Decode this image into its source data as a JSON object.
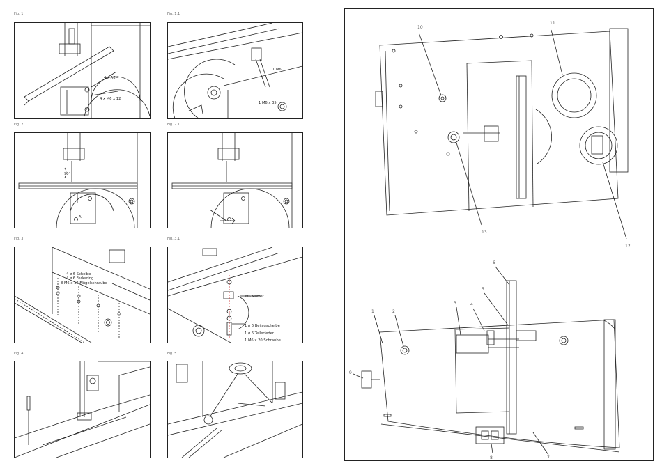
{
  "figures": {
    "f1": {
      "label": "Fig. 1",
      "callouts": [
        "4 x A6,4",
        "4 x M6 x 12"
      ]
    },
    "f11": {
      "label": "Fig. 1.1",
      "callouts": [
        "1 M6",
        "1 M6 x 35"
      ]
    },
    "f2": {
      "label": "Fig. 2",
      "callouts": [
        "90°",
        "A"
      ]
    },
    "f21": {
      "label": "Fig. 2.1",
      "callouts": []
    },
    "f3": {
      "label": "Fig. 3",
      "callouts": [
        "4 ø 6 Scheibe",
        "4 ø 6 Federring",
        "8 M6 x 12 Flügelschraube"
      ]
    },
    "f31": {
      "label": "Fig. 3.1",
      "callouts": [
        "1 M6 Mutter",
        "1 ø 6 Beilagscheibe",
        "1 ø 6 Tellerfeder",
        "1 M6 x 20 Schraube"
      ]
    },
    "f4": {
      "label": "Fig. 4",
      "callouts": []
    },
    "f5": {
      "label": "Fig. 5",
      "callouts": []
    }
  },
  "overview": {
    "top_numbers": [
      "10",
      "11",
      "12",
      "13"
    ],
    "bottom_numbers": [
      "1",
      "2",
      "3",
      "4",
      "5",
      "6",
      "7",
      "8",
      "9"
    ]
  }
}
